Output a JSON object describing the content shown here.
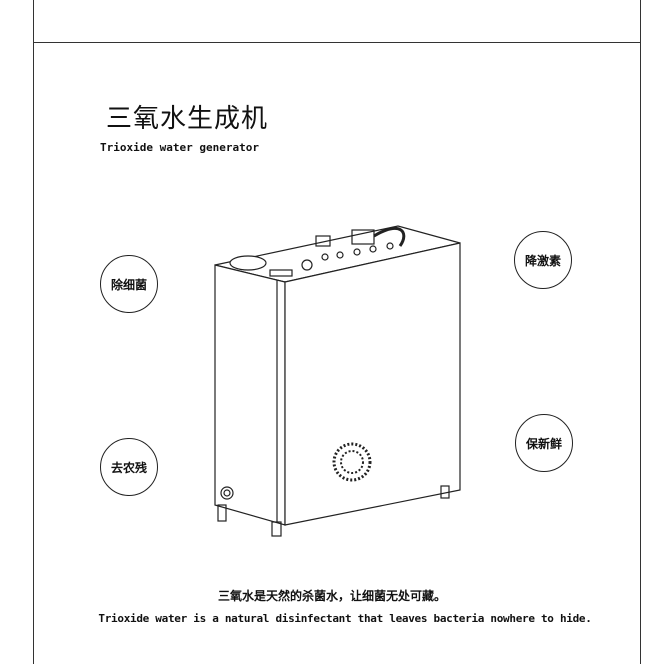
{
  "title": "三氧水生成机",
  "subtitle": "Trioxide water generator",
  "features": [
    "除细菌",
    "降激素",
    "去农残",
    "保新鲜"
  ],
  "caption_cn": "三氧水是天然的杀菌水，让细菌无处可藏。",
  "caption_en": "Trioxide water is a natural disinfectant that leaves bacteria nowhere to hide."
}
